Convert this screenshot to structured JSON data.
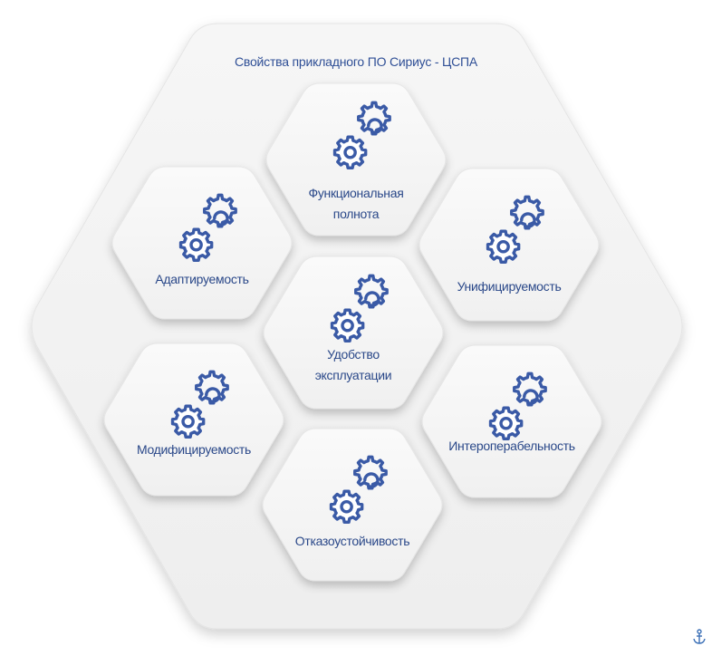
{
  "diagram": {
    "title": "Свойства прикладного ПО Сириус - ЦСПА",
    "colors": {
      "icon": "#3a5aa6",
      "text": "#2a4889",
      "hex_fill": "#f5f5f5",
      "outer_fill": "#f1f1f1"
    },
    "items": [
      {
        "id": "func",
        "label": "Функциональная\nполнота",
        "icon": "gears-icon"
      },
      {
        "id": "adapt",
        "label": "Адаптируемость",
        "icon": "gears-icon"
      },
      {
        "id": "unif",
        "label": "Унифицируемость",
        "icon": "gears-icon"
      },
      {
        "id": "usab",
        "label": "Удобство\nэксплуатации",
        "icon": "gears-icon"
      },
      {
        "id": "modif",
        "label": "Модифицируемость",
        "icon": "gears-icon"
      },
      {
        "id": "inter",
        "label": "Интероперабельность",
        "icon": "gears-icon"
      },
      {
        "id": "fault",
        "label": "Отказоустойчивость",
        "icon": "gears-icon"
      }
    ]
  },
  "footer": {
    "icon": "anchor-icon"
  }
}
